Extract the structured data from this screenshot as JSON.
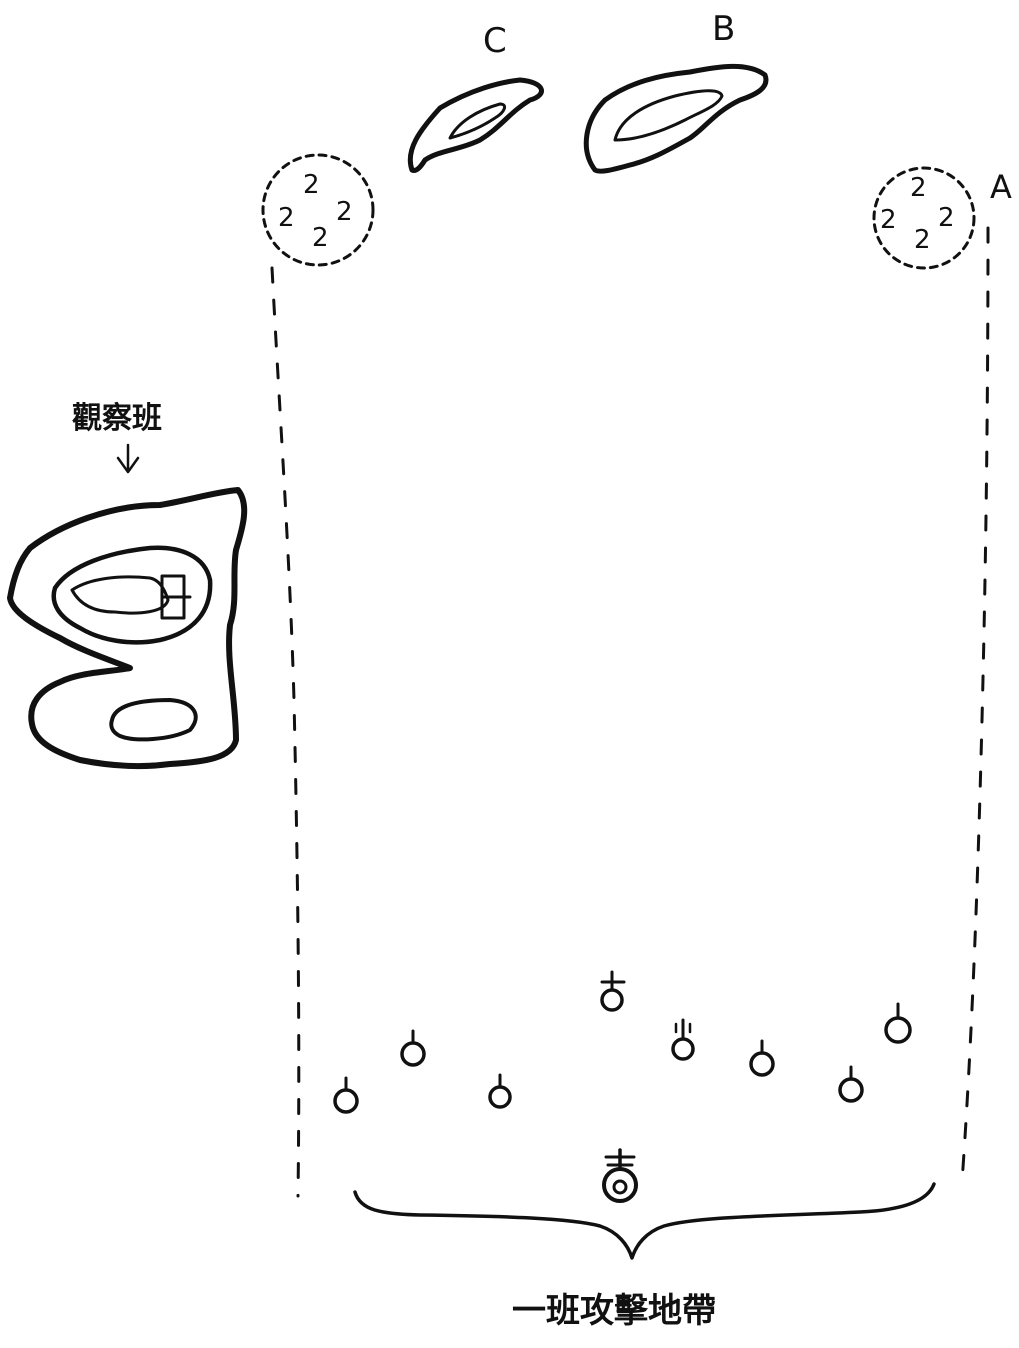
{
  "diagram": {
    "caption": "一班攻擊地帶",
    "observation_post_label": "觀察班",
    "position_labels": {
      "a": "A",
      "b": "B",
      "c": "C"
    },
    "gun_position_markers": [
      "2",
      "2",
      "2",
      "2"
    ],
    "gun_position_markers_right": [
      "2",
      "2",
      "2",
      "2"
    ]
  }
}
